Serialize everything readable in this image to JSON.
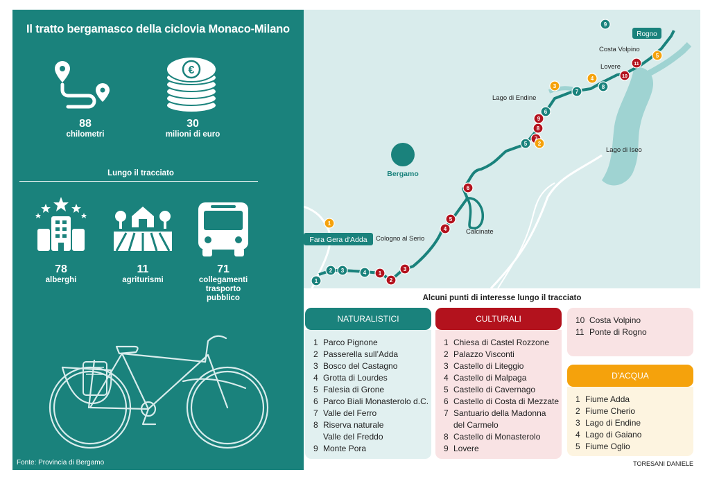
{
  "title": "Il tratto bergamasco della ciclovia Monaco-Milano",
  "stats": [
    {
      "value": "88",
      "label": "chilometri"
    },
    {
      "value": "30",
      "label": "milioni di euro"
    }
  ],
  "along_title": "Lungo il tracciato",
  "along": [
    {
      "value": "78",
      "label": "alberghi"
    },
    {
      "value": "11",
      "label": "agriturismi"
    },
    {
      "value": "71",
      "label": "collegamenti trasporto pubblico"
    }
  ],
  "source": "Fonte: Provincia di Bergamo",
  "credit": "TORESANI DANIELE",
  "colors": {
    "teal": "#1a827c",
    "red": "#b3121d",
    "orange": "#f5a20c",
    "water": "#9fd3d2",
    "land": "#d9ecec"
  },
  "map": {
    "places": [
      "Bergamo",
      "Fara Gera d'Adda",
      "Cologno al Serio",
      "Calcinate",
      "Lago di Endine",
      "Lago di Iseo",
      "Lovere",
      "Costa Volpino",
      "Rogno"
    ],
    "route_numbers": {
      "teal": [
        "1",
        "2",
        "3",
        "4",
        "5",
        "6",
        "7",
        "8",
        "9"
      ],
      "red": [
        "1",
        "2",
        "3",
        "4",
        "5",
        "6",
        "7",
        "8",
        "9",
        "10",
        "11"
      ],
      "orange": [
        "1",
        "2",
        "3",
        "4",
        "5"
      ]
    }
  },
  "legend": {
    "title": "Alcuni punti di interesse lungo il tracciato",
    "naturalistici": {
      "title": "NATURALISTICI",
      "items": [
        {
          "n": "1",
          "t": "Parco Pignone"
        },
        {
          "n": "2",
          "t": "Passerella sull’Adda"
        },
        {
          "n": "3",
          "t": "Bosco del Castagno"
        },
        {
          "n": "4",
          "t": "Grotta di Lourdes"
        },
        {
          "n": "5",
          "t": "Falesia di Grone"
        },
        {
          "n": "6",
          "t": "Parco Biali Monasterolo d.C."
        },
        {
          "n": "7",
          "t": "Valle del Ferro"
        },
        {
          "n": "8",
          "t": "Riserva naturale"
        },
        {
          "n": "",
          "t": "Valle del Freddo"
        },
        {
          "n": "9",
          "t": "Monte Pora"
        }
      ]
    },
    "culturali": {
      "title": "CULTURALI",
      "items": [
        {
          "n": "1",
          "t": "Chiesa di Castel Rozzone"
        },
        {
          "n": "2",
          "t": "Palazzo Visconti"
        },
        {
          "n": "3",
          "t": "Castello di Liteggio"
        },
        {
          "n": "4",
          "t": "Castello di Malpaga"
        },
        {
          "n": "5",
          "t": "Castello di Cavernago"
        },
        {
          "n": "6",
          "t": "Castello di Costa di Mezzate"
        },
        {
          "n": "7",
          "t": "Santuario della Madonna"
        },
        {
          "n": "",
          "t": "del Carmelo"
        },
        {
          "n": "8",
          "t": "Castello di Monasterolo"
        },
        {
          "n": "9",
          "t": "Lovere"
        }
      ],
      "extra": [
        {
          "n": "10",
          "t": "Costa Volpino"
        },
        {
          "n": "11",
          "t": "Ponte di Rogno"
        }
      ]
    },
    "acqua": {
      "title": "D'ACQUA",
      "items": [
        {
          "n": "1",
          "t": "Fiume Adda"
        },
        {
          "n": "2",
          "t": "Fiume Cherio"
        },
        {
          "n": "3",
          "t": "Lago di Endine"
        },
        {
          "n": "4",
          "t": "Lago di Gaiano"
        },
        {
          "n": "5",
          "t": "Fiume Oglio"
        }
      ]
    }
  }
}
